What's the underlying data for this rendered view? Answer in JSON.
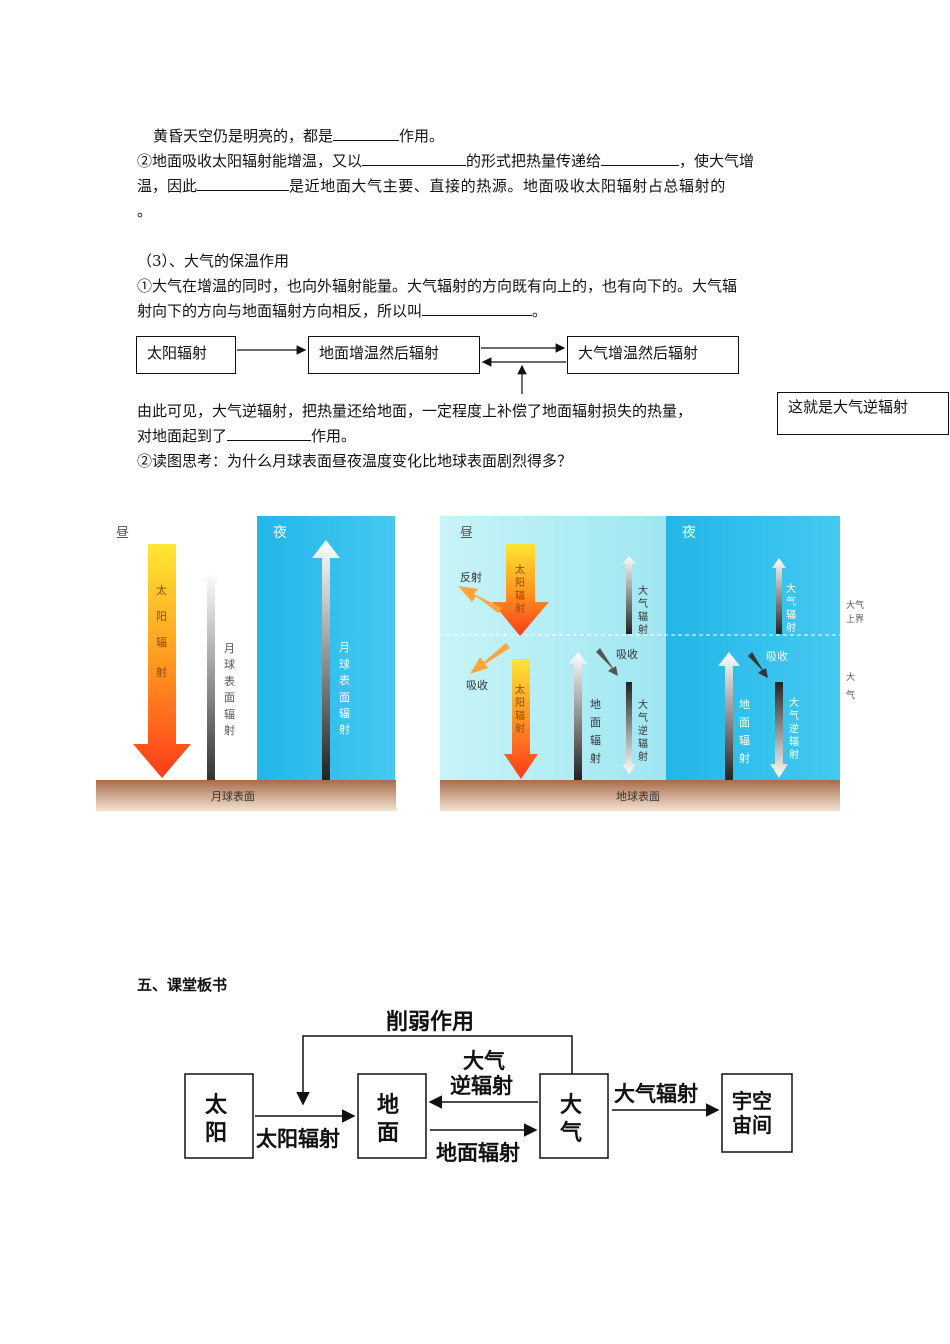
{
  "text": {
    "line1a": "黄昏天空仍是明亮的，都是",
    "line1b": "作用。",
    "line2a": "②地面吸收太阳辐射能增温，又以",
    "line2b": "的形式把热量传递给",
    "line2c": "，使大气增",
    "line3a": "温，因此",
    "line3b": "是近地面大气主要、直接的热源。地面吸收太阳辐射占总辐射的",
    "line4": "。",
    "section3": "（3）、大气的保温作用",
    "p1": "①大气在增温的同时，也向外辐射能量。大气辐射的方向既有向上的，也有向下的。大气辐",
    "p2a": "射向下的方向与地面辐射方向相反，所以叫",
    "p2b": "。",
    "p3": "由此可见，大气逆辐射，把热量还给地面，一定程度上补偿了地面辐射损失的热量，",
    "p4a": "对地面起到了",
    "p4b": "作用。",
    "p5": "②读图思考：为什么月球表面昼夜温度变化比地球表面剧烈得多？",
    "section5": "五、课堂板书"
  },
  "flow": {
    "box1": "太阳辐射",
    "box2": "地面增温然后辐射",
    "box3": "大气增温然后辐射",
    "note": "这就是大气逆辐射"
  },
  "moon": {
    "day": "昼",
    "night": "夜",
    "sun_rad": [
      "太",
      "阳",
      "辐",
      "射"
    ],
    "surface_rad": [
      "月",
      "球",
      "表",
      "面",
      "辐",
      "射"
    ],
    "night_rad": [
      "月",
      "球",
      "表",
      "面",
      "辐",
      "射"
    ],
    "ground": "月球表面"
  },
  "earth": {
    "day": "昼",
    "night": "夜",
    "reflect": "反射",
    "absorb": "吸收",
    "absorb2": "吸收",
    "absorb3": "吸收",
    "sun_rad": [
      "太",
      "阳",
      "辐",
      "射"
    ],
    "sun_rad2": [
      "太",
      "阳",
      "辐",
      "射"
    ],
    "atm_rad": [
      "大",
      "气",
      "辐",
      "射"
    ],
    "ground_rad": [
      "地",
      "面",
      "辐",
      "射"
    ],
    "counter_rad": [
      "大",
      "气",
      "逆",
      "辐",
      "射"
    ],
    "night_atm_rad": [
      "大",
      "气",
      "辐",
      "射"
    ],
    "night_ground_rad": [
      "地",
      "面",
      "辐",
      "射"
    ],
    "night_counter_rad": [
      "大",
      "气",
      "逆",
      "辐",
      "射"
    ],
    "upper_label": [
      "大气",
      "上界"
    ],
    "atm_label": [
      "大",
      "气"
    ],
    "ground": "地球表面"
  },
  "board": {
    "weaken": "削弱作用",
    "sun": [
      "太",
      "阳"
    ],
    "ground": [
      "地",
      "面"
    ],
    "atmos": [
      "大",
      "气"
    ],
    "space": [
      "宇空",
      "宙间"
    ],
    "sun_rad": "太阳辐射",
    "counter1": "大气",
    "counter2": "逆辐射",
    "ground_rad": "地面辐射",
    "atm_rad": "大气辐射"
  }
}
